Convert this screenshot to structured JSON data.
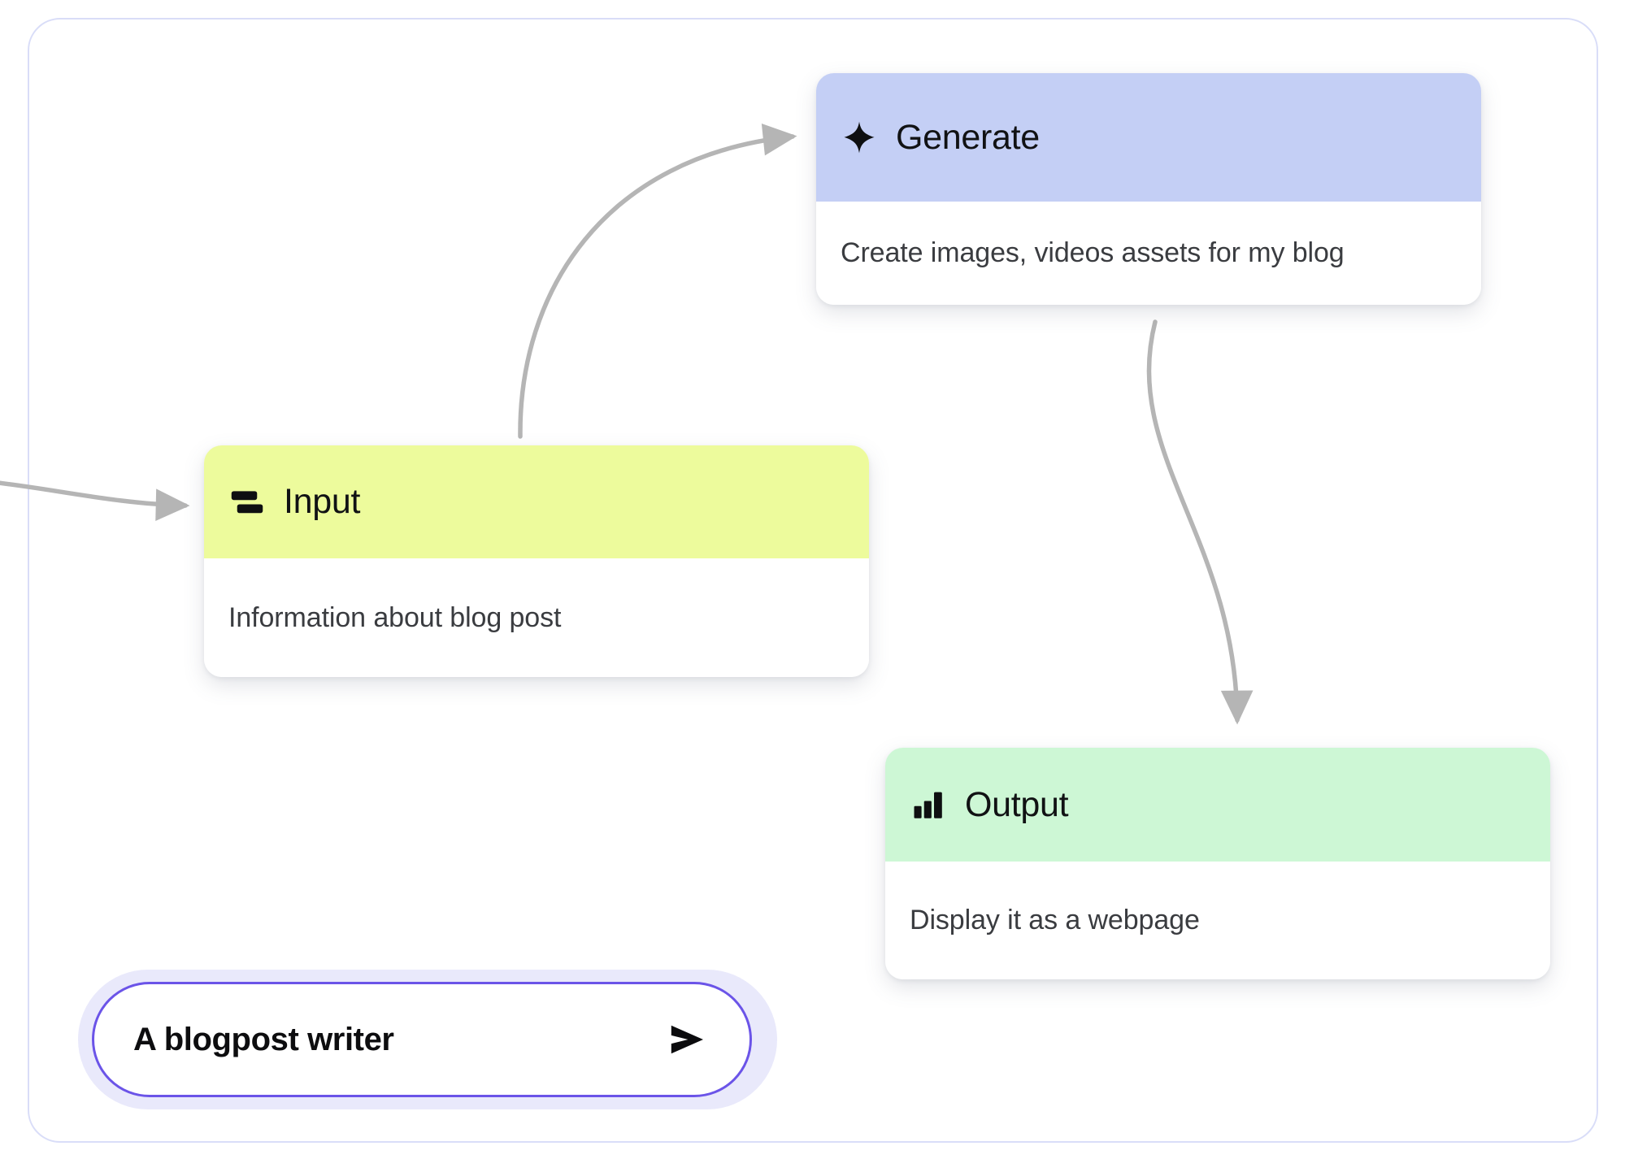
{
  "canvas": {
    "frame_border_color": "#D9DDF8",
    "background": "#ffffff"
  },
  "nodes": [
    {
      "id": "generate",
      "title": "Generate",
      "body": "Create images, videos assets for my blog",
      "icon": "sparkle-icon",
      "header_color": "#C4CFF5",
      "body_color": "#FFFFFF"
    },
    {
      "id": "input",
      "title": "Input",
      "body": "Information about blog post",
      "icon": "stacked-bars-icon",
      "header_color": "#EDFB9C",
      "body_color": "#FFFFFF"
    },
    {
      "id": "output",
      "title": "Output",
      "body": "Display it as a webpage",
      "icon": "bar-chart-icon",
      "header_color": "#CDF7D5",
      "body_color": "#FFFFFF"
    }
  ],
  "prompt": {
    "value": "A blogpost writer",
    "placeholder": "A blogpost writer",
    "send_icon": "send-arrow-icon",
    "border_color": "#6B54E8",
    "halo_color": "#E9E9FB"
  },
  "connectors": {
    "color": "#B5B5B5",
    "edges": [
      {
        "id": "external-to-input",
        "from": "offscreen-left",
        "to": "input"
      },
      {
        "id": "input-to-generate",
        "from": "input",
        "to": "generate"
      },
      {
        "id": "generate-to-output",
        "from": "generate",
        "to": "output"
      }
    ]
  }
}
